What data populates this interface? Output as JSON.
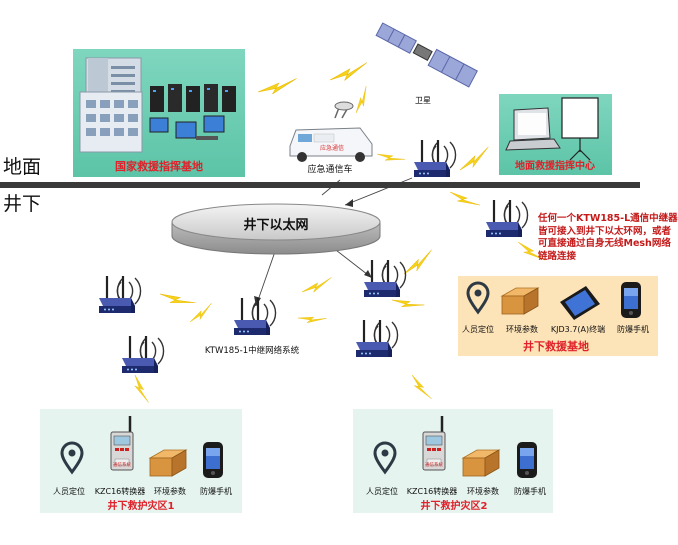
{
  "labels": {
    "surface": "地面",
    "underground": "井下",
    "national_base": "国家救援指挥基地",
    "satellite": "卫星",
    "vehicle": "应急通信车",
    "surface_center": "地面救援指挥中心",
    "ethernet": "井下以太网",
    "relay_system": "KTW185-1中继网络系统",
    "underground_base": "井下救援基地",
    "zone1": "井下救护灾区1",
    "zone2": "井下救护灾区2",
    "vehicle_sign": "应急通信",
    "phone_screen": "通信系统"
  },
  "note": "任何一个KTW185-L通信中继器皆可接入到井下以太环网，或者可直接通过自身无线Mesh网络链路连接",
  "base_items": [
    "人员定位",
    "环境参数",
    "KJD3.7(A)终端",
    "防爆手机"
  ],
  "zone_items": [
    "人员定位",
    "KZC16转换器",
    "环境参数",
    "防爆手机"
  ],
  "colors": {
    "panel_fill": "#e5f4ee",
    "panel_fill_surface": "#6fd0b4",
    "base_panel": "#fde4b8",
    "accent_red": "#e0202a",
    "router_blue": "#2c3c8c",
    "lightning": "#f6d21a"
  }
}
